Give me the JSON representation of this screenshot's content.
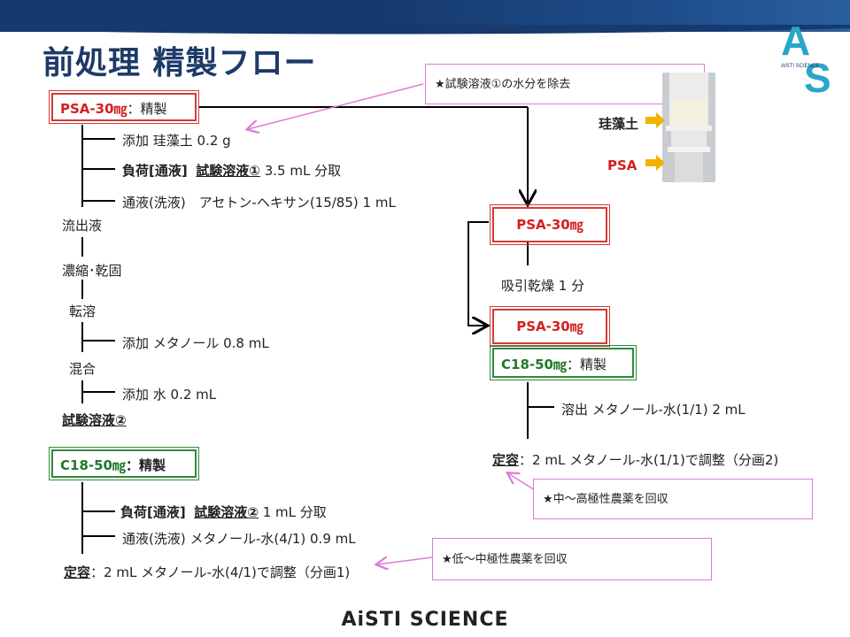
{
  "title": "前処理 精製フロー",
  "footer": "AiSTI SCIENCE",
  "logo": {
    "letters": "AS",
    "small_text": "AISTI SCIENCE",
    "color_a": "#27a3c7",
    "color_s": "#27a3c7"
  },
  "left": {
    "psa_box_name": "PSA-30㎎",
    "psa_box_suffix": "：精製",
    "steps1": {
      "add": "添加 珪藻土 0.2 g",
      "load_prefix": "負荷[通液]",
      "load_target": "試験溶液①",
      "load_rest": " 3.5 mL 分取",
      "wash": "通液(洗液)　アセトン-ヘキサン(15/85) 1 mL"
    },
    "eluate": "流出液",
    "concentrate": "濃縮･乾固",
    "redissolve": "転溶",
    "add_methanol": "添加 メタノール 0.8 mL",
    "mix": "混合",
    "add_water": "添加 水 0.2 mL",
    "test_solution2": "試験溶液②",
    "c18_box_name": "C18-50㎎",
    "c18_box_suffix": "：精製",
    "steps2": {
      "load_prefix": "負荷[通液]",
      "load_target": "試験溶液②",
      "load_rest": " 1 mL 分取",
      "wash": "通液(洗液) メタノール-水(4/1) 0.9 mL"
    },
    "final_label": "定容",
    "final_rest": "：2 mL メタノール-水(4/1)で調整（分画1)"
  },
  "right": {
    "psa1": "PSA-30㎎",
    "dry": "吸引乾燥 1 分",
    "psa2": "PSA-30㎎",
    "c18_name": "C18-50㎎",
    "c18_suffix": "：精製",
    "elute": "溶出 メタノール-水(1/1) 2 mL",
    "final_label": "定容",
    "final_rest": "：2 mL メタノール-水(1/1)で調整（分画2)"
  },
  "notes": {
    "remove_water": "★試験溶液①の水分を除去",
    "mid_high": "★中～高極性農薬を回収",
    "low_mid": "★低～中極性農薬を回収"
  },
  "photo": {
    "label_diatom": "珪藻土",
    "label_psa": "PSA"
  },
  "colors": {
    "navy": "#163a6e",
    "red": "#d32020",
    "green": "#1e7a2a",
    "pink": "#e07ad8",
    "arrow_yellow": "#f2b200"
  }
}
